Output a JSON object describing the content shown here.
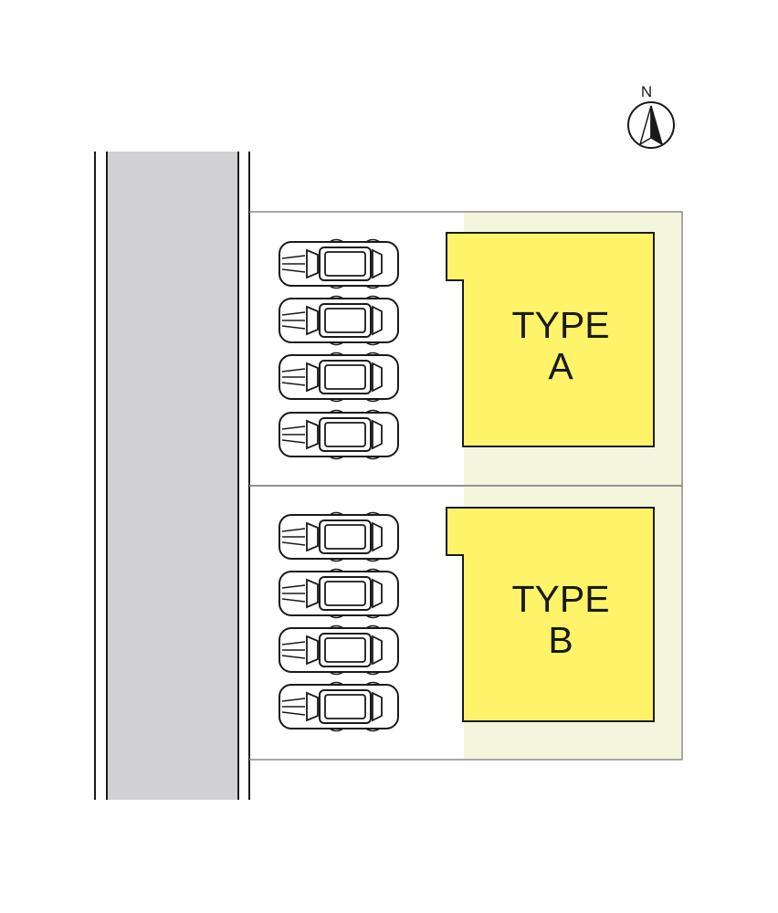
{
  "compass": {
    "label": "N"
  },
  "lots": [
    {
      "id": "a",
      "label_line1": "TYPE",
      "label_line2": "A",
      "parking_spaces": 4
    },
    {
      "id": "b",
      "label_line1": "TYPE",
      "label_line2": "B",
      "parking_spaces": 4
    }
  ],
  "colors": {
    "road": "#d1d1d3",
    "house": "#fff36a",
    "yard": "#f4f5dd",
    "outline": "#1a1a1a",
    "lot_border": "#8a8a8a"
  }
}
